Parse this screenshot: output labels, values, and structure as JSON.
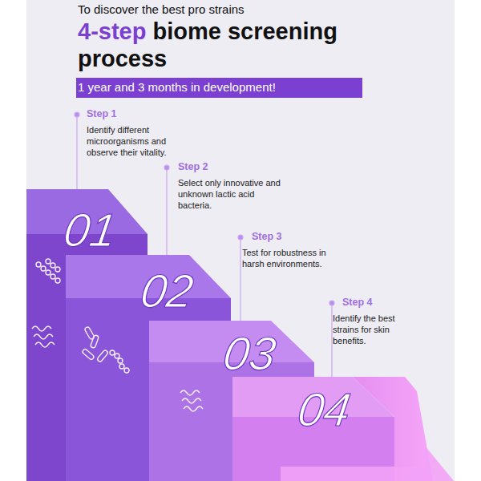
{
  "diagram": {
    "title": "4-step biome screening process",
    "nodes": [
      {
        "text": [
          "Step 1",
          "Identify different microorganisms and observe their vitality.",
          "01"
        ]
      },
      {
        "text": [
          "Step 2",
          "Select only innovative and unknown lactic acid bacteria.",
          "02"
        ]
      },
      {
        "text": [
          "Step 3",
          "Test for robustness in harsh environments.",
          "03"
        ]
      },
      {
        "text": [
          "Step 4",
          "Identify the best strains for skin benefits.",
          "04"
        ]
      }
    ],
    "labels": [
      "To discover the best pro strains",
      "1 year and 3 months in development!"
    ]
  }
}
